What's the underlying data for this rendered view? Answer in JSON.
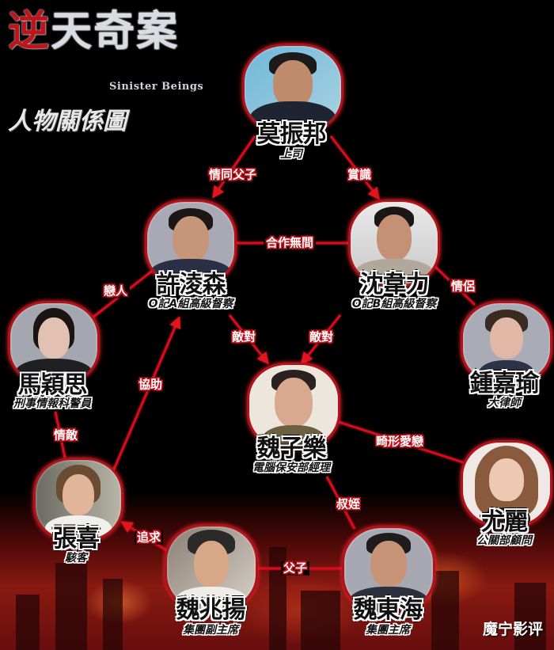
{
  "header": {
    "title_cn": "逆天奇案",
    "title_cn_first": "逆",
    "title_cn_rest": "天奇案",
    "title_en": "Sinister Beings",
    "subtitle": "人物關係圖"
  },
  "colors": {
    "background": "#000000",
    "edge": "#d4111c",
    "edge_glow": "#ff2630",
    "node_border": "#b3121a",
    "title_accent": "#c0141c"
  },
  "characters": {
    "mo": {
      "name": "莫振邦",
      "role": "上司"
    },
    "hui": {
      "name": "許淩森",
      "role": "O記A組高級督察"
    },
    "shum": {
      "name": "沈韋力",
      "role": "O記B組高級督察"
    },
    "ma": {
      "name": "馬穎思",
      "role": "刑事情報科警員"
    },
    "wai_tsz_lok": {
      "name": "魏子樂",
      "role": "電腦保安部經理"
    },
    "chung": {
      "name": "鍾嘉瑜",
      "role": "大律師"
    },
    "yau": {
      "name": "尤麗",
      "role": "公關部顧問"
    },
    "cheung": {
      "name": "張喜",
      "role": "駭客"
    },
    "wai_siu_yeung": {
      "name": "魏兆揚",
      "role": "集團副主席"
    },
    "wai_tung_hoi": {
      "name": "魏東海",
      "role": "集團主席"
    }
  },
  "relations": {
    "mo_hui": "情同父子",
    "mo_shum": "賞識",
    "hui_shum": "合作無間",
    "hui_ma": "戀人",
    "shum_chung": "情侶",
    "hui_wai": "敵對",
    "shum_wai": "敵對",
    "cheung_hui": "協助",
    "ma_cheung": "情敵",
    "wai_yau": "畸形愛戀",
    "wai_tunghoi": "叔姪",
    "siuyeung_cheung": "追求",
    "siuyeung_tunghoi": "父子"
  },
  "watermark": "魔宁影评"
}
